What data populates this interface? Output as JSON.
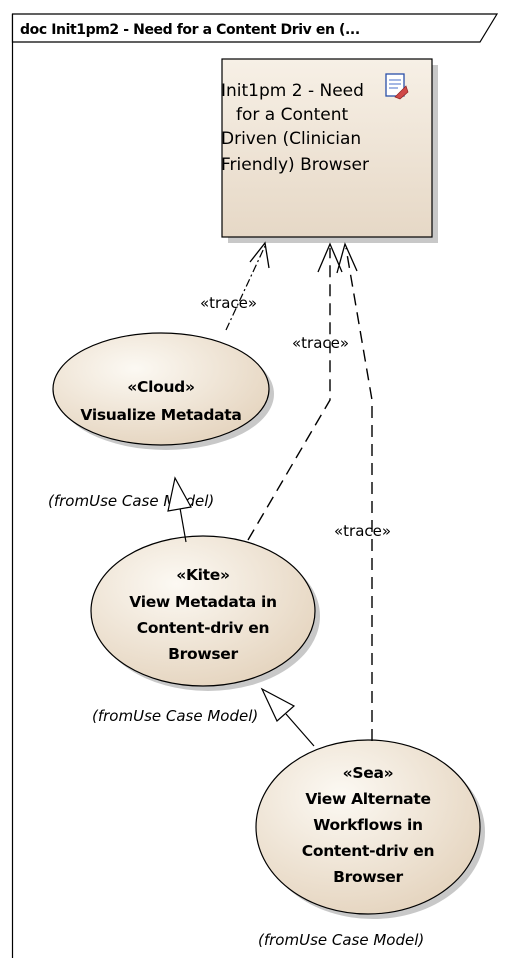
{
  "frame": {
    "title": "doc Init1pm2 - Need for a  Content Driv en (..."
  },
  "requirement": {
    "lines": [
      "Init1pm 2 - Need",
      "for a Content",
      "Driven (Clinician",
      "Friendly) Browser"
    ],
    "icon": "document-icon"
  },
  "use_cases": {
    "cloud": {
      "stereotype": "«Cloud»",
      "name_lines": [
        "Visualize Metadata"
      ],
      "from": "(fromUse Case Model)"
    },
    "kite": {
      "stereotype": "«Kite»",
      "name_lines": [
        "View Metadata in",
        "Content-driv en",
        "Browser"
      ],
      "from": "(fromUse Case Model)"
    },
    "sea": {
      "stereotype": "«Sea»",
      "name_lines": [
        "View Alternate",
        "Workflows in",
        "Content-driv en",
        "Browser"
      ],
      "from": "(fromUse Case Model)"
    }
  },
  "relations": {
    "trace_cloud": "«trace»",
    "trace_kite": "«trace»",
    "trace_sea": "«trace»"
  },
  "colors": {
    "req_fill_top": "#f7f0e6",
    "req_fill_bottom": "#e6d8c6",
    "uc_fill_light": "#fbf7f0",
    "uc_fill_dark": "#e6d6c2",
    "shadow": "#9a9a9a",
    "line": "#000000"
  }
}
